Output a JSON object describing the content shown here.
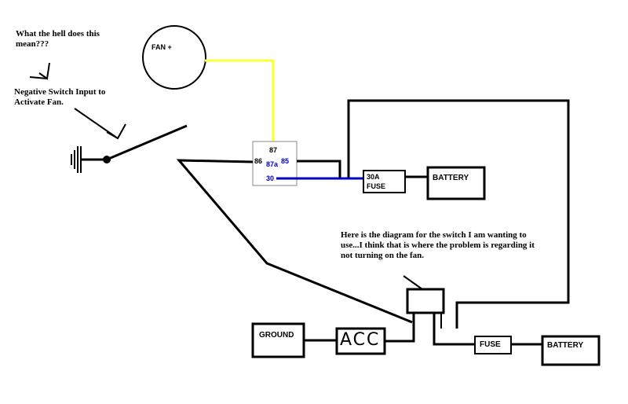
{
  "notes": {
    "question": "What the hell does this mean???",
    "negative_switch": "Negative Switch Input to Activate Fan.",
    "switch_diagram": "Here is the diagram for the switch I am wanting to use...I think that is where the problem is regarding it not turning on the fan."
  },
  "components": {
    "fan": "FAN +",
    "relay_pins": {
      "p87": "87",
      "p86": "86",
      "p87a": "87a",
      "p85": "85",
      "p30": "30"
    },
    "fuse_30a": {
      "line1": "30A",
      "line2": "FUSE"
    },
    "battery_top": "BATTERY",
    "ground": "GROUND",
    "acc": "ACC",
    "fuse_bottom": "FUSE",
    "battery_bottom": "BATTERY"
  },
  "colors": {
    "wire": "#000000",
    "fan_wire": "#ffff33",
    "relay_wire": "#0000cc",
    "pin_blue": "#0000cc"
  }
}
